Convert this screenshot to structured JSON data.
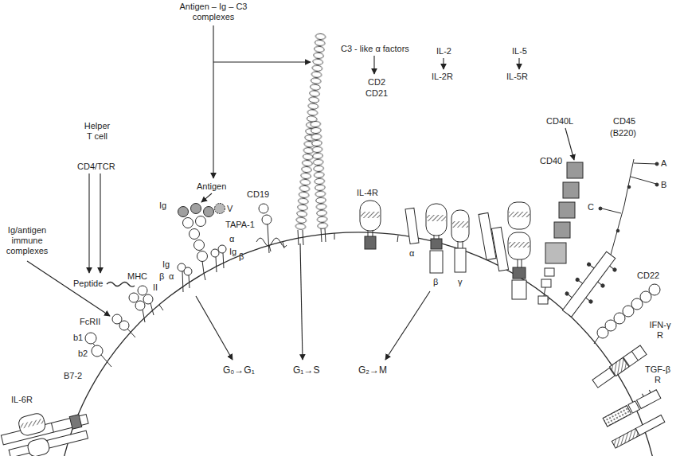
{
  "diagram": {
    "labels": [
      "Antigen – Ig – C3 complexes",
      "C3 - like α factors",
      "CD2",
      "CD21",
      "Helper T cell",
      "CD4/TCR",
      "Ig/antigen immune complexes",
      "Antigen",
      "Ig",
      "V",
      "α",
      "Ig",
      "β",
      "Ig",
      "β",
      "α",
      "Peptide",
      "MHC",
      "II",
      "FcRII",
      "b1",
      "b2",
      "B7-2",
      "IL-6R",
      "CD19",
      "TAPA-1",
      "IL-4R",
      "IL-2",
      "IL-2R",
      "α",
      "β",
      "γ",
      "IL-5",
      "IL-5R",
      "CD40L",
      "CD40",
      "CD45",
      "(B220)",
      "A",
      "B",
      "C",
      "CD22",
      "IFN-γ R",
      "TGF-β R",
      "G₀→G₁",
      "G₁→S",
      "G₂→M"
    ]
  }
}
